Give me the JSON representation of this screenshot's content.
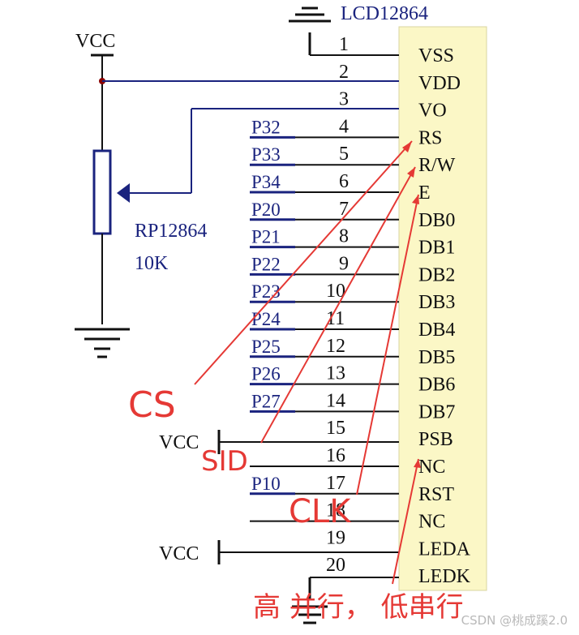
{
  "title": "LCD12864",
  "vcc_label": "VCC",
  "pot": {
    "name": "RP12864",
    "value": "10K"
  },
  "pins": [
    {
      "num": "1",
      "name": "VSS",
      "port": ""
    },
    {
      "num": "2",
      "name": "VDD",
      "port": ""
    },
    {
      "num": "3",
      "name": "VO",
      "port": ""
    },
    {
      "num": "4",
      "name": "RS",
      "port": "P32"
    },
    {
      "num": "5",
      "name": "R/W",
      "port": "P33"
    },
    {
      "num": "6",
      "name": "E",
      "port": "P34"
    },
    {
      "num": "7",
      "name": "DB0",
      "port": "P20"
    },
    {
      "num": "8",
      "name": "DB1",
      "port": "P21"
    },
    {
      "num": "9",
      "name": "DB2",
      "port": "P22"
    },
    {
      "num": "10",
      "name": "DB3",
      "port": "P23"
    },
    {
      "num": "11",
      "name": "DB4",
      "port": "P24"
    },
    {
      "num": "12",
      "name": "DB5",
      "port": "P25"
    },
    {
      "num": "13",
      "name": "DB6",
      "port": "P26"
    },
    {
      "num": "14",
      "name": "DB7",
      "port": "P27"
    },
    {
      "num": "15",
      "name": "PSB",
      "port": "VCC"
    },
    {
      "num": "16",
      "name": "NC",
      "port": ""
    },
    {
      "num": "17",
      "name": "RST",
      "port": "P10"
    },
    {
      "num": "18",
      "name": "NC",
      "port": ""
    },
    {
      "num": "19",
      "name": "LEDA",
      "port": "VCC"
    },
    {
      "num": "20",
      "name": "LEDK",
      "port": ""
    }
  ],
  "annotations": {
    "cs": "CS",
    "sid": "SID",
    "clk": "CLK",
    "psb_note": "高 并行， 低串行"
  },
  "colors": {
    "chip_fill": "#fbf7c6",
    "wire": "#1a237e",
    "black": "#111111",
    "red": "#e53935"
  },
  "watermark": "CSDN @桃成蹊2.0"
}
